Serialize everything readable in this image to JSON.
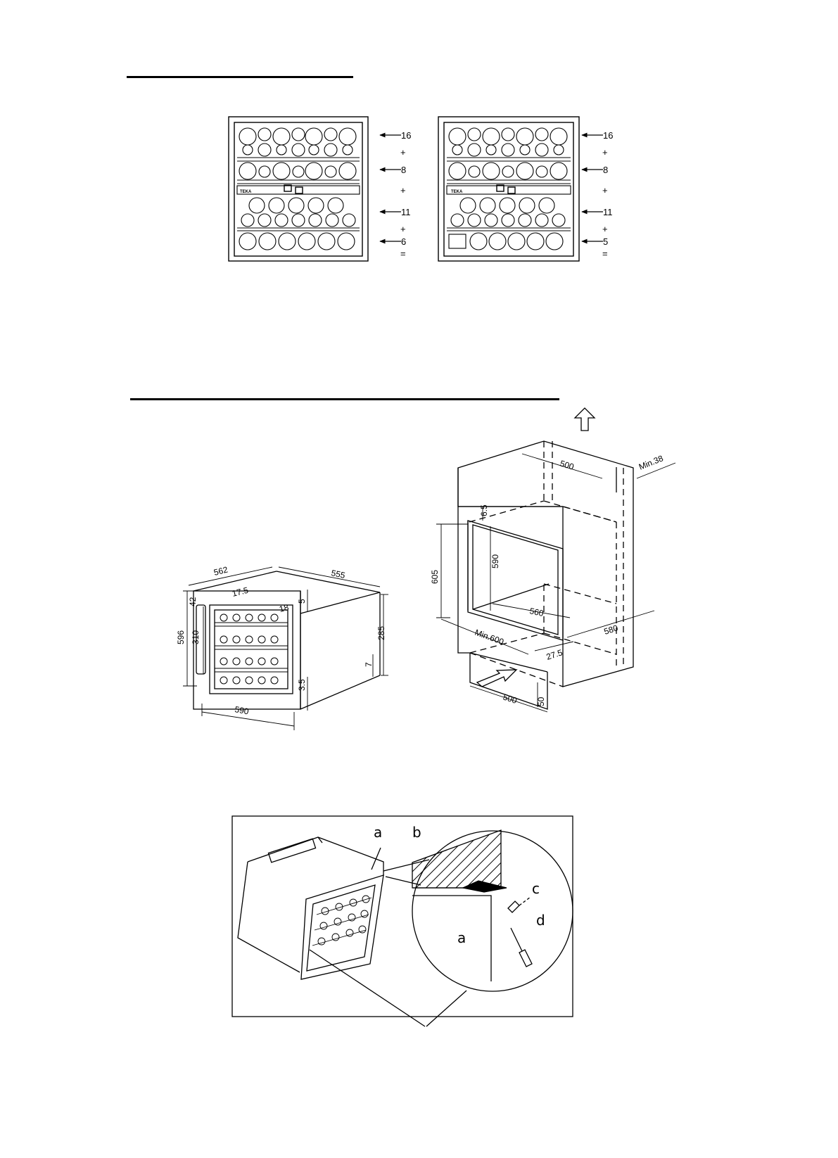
{
  "capacity": {
    "left": {
      "brand": "TEKA",
      "top": "16",
      "upper": "8",
      "middle": "11",
      "bottom": "6",
      "plus": "+",
      "equals": "="
    },
    "right": {
      "brand": "TEKA",
      "top": "16",
      "upper": "8",
      "middle": "11",
      "bottom": "5",
      "plus": "+",
      "equals": "="
    }
  },
  "appliance_dims": {
    "depth_562": "562",
    "depth_555": "555",
    "d_17_5": "17.5",
    "d_42": "42",
    "d_18": "18",
    "d_5": "5",
    "h_596": "596",
    "h_310": "310",
    "h_285": "285",
    "h_7": "7",
    "h_3_5": "3.5",
    "w_590": "590"
  },
  "niche_dims": {
    "top_500": "500",
    "min_38": "Min.38",
    "d_6_5": "6.5",
    "h_590": "590",
    "h_605": "605",
    "w_560": "560",
    "d_580": "580",
    "min_600": "Min.600",
    "d_27_5": "27.5",
    "bottom_500": "500",
    "h_50": "50"
  },
  "fixing_labels": {
    "a_top": "a",
    "b": "b",
    "c": "c",
    "a_bottom": "a",
    "d": "d"
  }
}
